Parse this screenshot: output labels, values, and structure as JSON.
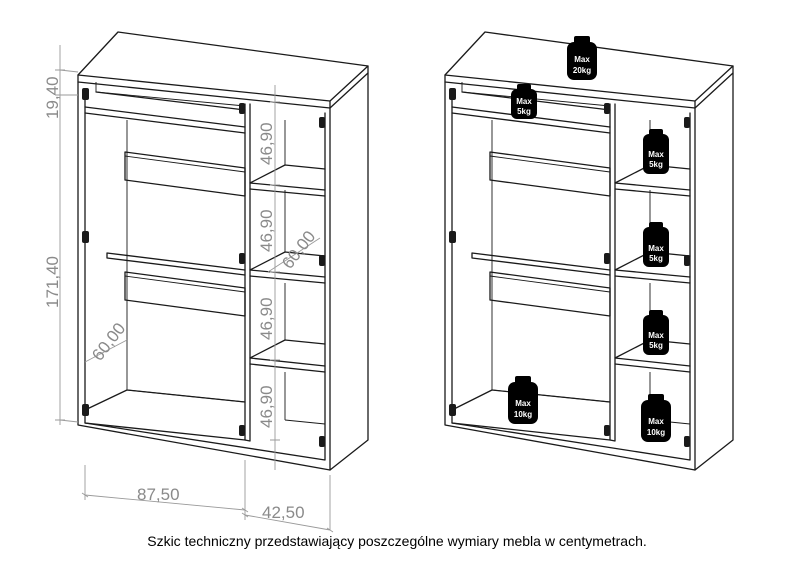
{
  "dimensions": {
    "top_gap": "19,40",
    "body_height": "171,40",
    "depth_left": "60,00",
    "depth_right": "60,00",
    "shelf_1": "46,90",
    "shelf_2": "46,90",
    "shelf_3": "46,90",
    "shelf_4": "46,90",
    "width_left": "87,50",
    "width_right": "42,50"
  },
  "load_limits": {
    "top": [
      "Max",
      "20kg"
    ],
    "top_shelf_left": [
      "Max",
      "5kg"
    ],
    "shelf_right_1": [
      "Max",
      "5kg"
    ],
    "shelf_right_2": [
      "Max",
      "5kg"
    ],
    "shelf_right_3": [
      "Max",
      "5kg"
    ],
    "bottom_left": [
      "Max",
      "10kg"
    ],
    "bottom_right": [
      "Max",
      "10kg"
    ]
  },
  "caption": "Szkic techniczny przedstawiający poszczególne wymiary mebla w centymetrach."
}
